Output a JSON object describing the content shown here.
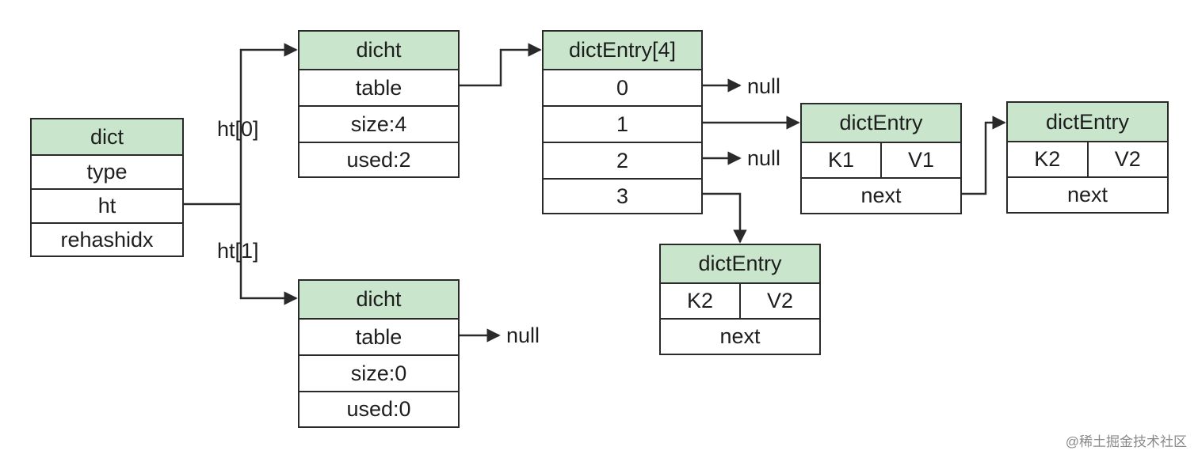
{
  "dict": {
    "title": "dict",
    "fields": [
      "type",
      "ht",
      "rehashidx"
    ]
  },
  "ht0": {
    "link_label": "ht[0]",
    "title": "dicht",
    "fields": [
      "table",
      "size:4",
      "used:2"
    ]
  },
  "ht1": {
    "link_label": "ht[1]",
    "title": "dicht",
    "fields": [
      "table",
      "size:0",
      "used:0"
    ],
    "table_target": "null"
  },
  "entries_array": {
    "title": "dictEntry[4]",
    "slots": [
      "0",
      "1",
      "2",
      "3"
    ],
    "null_labels": [
      "null",
      "null"
    ]
  },
  "entry_k1": {
    "title": "dictEntry",
    "key": "K1",
    "value": "V1",
    "next": "next"
  },
  "entry_k2_chain": {
    "title": "dictEntry",
    "key": "K2",
    "value": "V2",
    "next": "next"
  },
  "entry_k2_slot3": {
    "title": "dictEntry",
    "key": "K2",
    "value": "V2",
    "next": "next"
  },
  "watermark": "@稀土掘金技术社区",
  "colors": {
    "header_fill": "#c9e6cc",
    "border": "#2a2a2a",
    "arrow": "#2a2a2a"
  }
}
